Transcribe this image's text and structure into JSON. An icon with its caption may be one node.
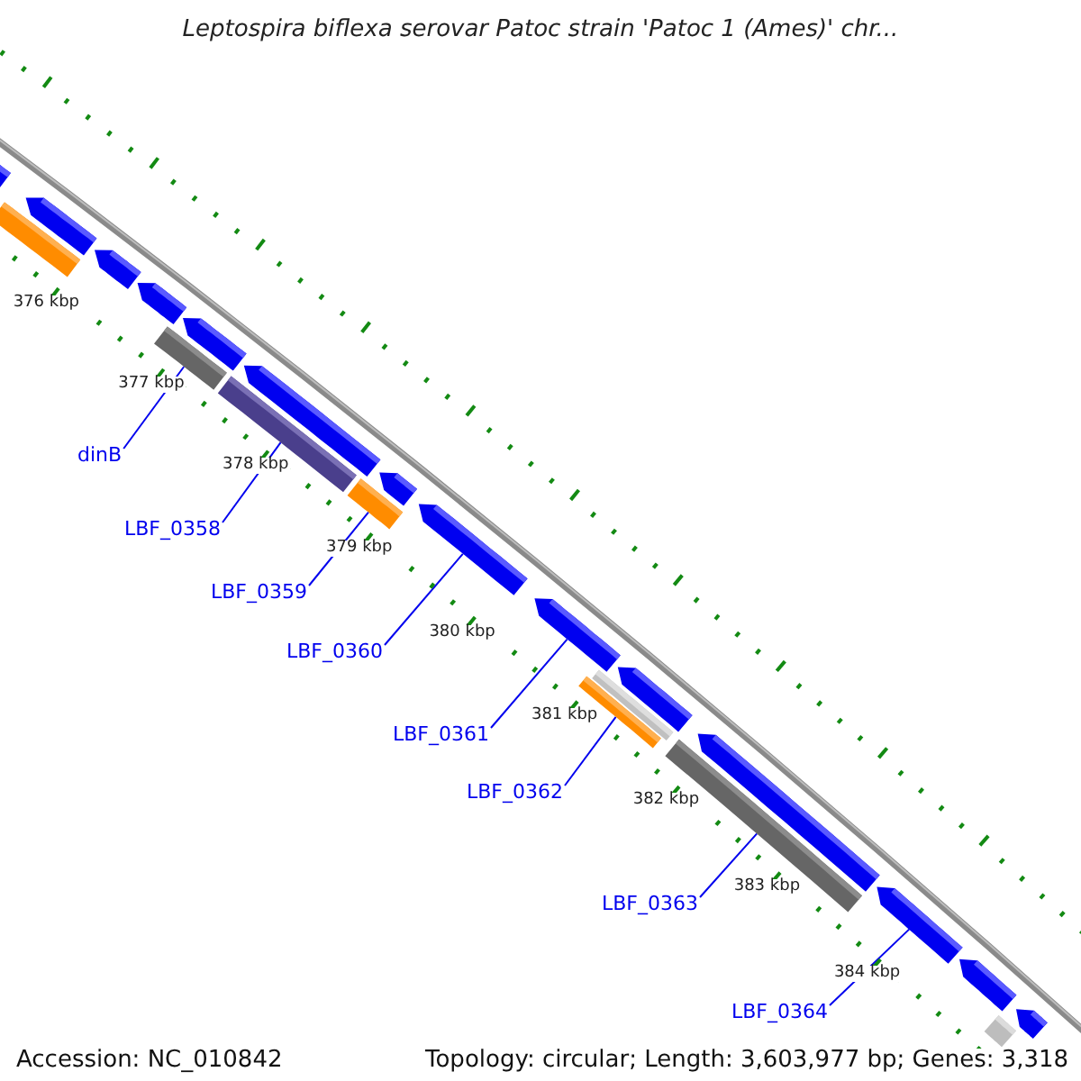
{
  "diagram": {
    "title": "Leptospira biflexa serovar Patoc strain 'Patoc 1 (Ames)' chr...",
    "nodes": [
      {
        "text": [
          "dinB"
        ]
      },
      {
        "text": [
          "LBF_0358"
        ]
      },
      {
        "text": [
          "LBF_0359"
        ]
      },
      {
        "text": [
          "LBF_0360"
        ]
      },
      {
        "text": [
          "LBF_0361"
        ]
      },
      {
        "text": [
          "LBF_0362"
        ]
      },
      {
        "text": [
          "LBF_0363"
        ]
      },
      {
        "text": [
          "LBF_0364"
        ]
      },
      {
        "text": [],
        "shape": "pentagon"
      },
      {
        "text": [],
        "shape": "bar"
      },
      {
        "text": [],
        "shape": "pentagon"
      },
      {
        "text": [],
        "shape": "pentagon"
      },
      {
        "text": [],
        "shape": "pentagon"
      },
      {
        "text": [],
        "shape": "bar"
      },
      {
        "text": [],
        "shape": "pentagon"
      },
      {
        "text": [],
        "shape": "pentagon"
      },
      {
        "text": [],
        "shape": "bar"
      },
      {
        "text": [],
        "shape": "bar"
      },
      {
        "text": [],
        "shape": "pentagon"
      },
      {
        "text": [],
        "shape": "pentagon"
      },
      {
        "text": [],
        "shape": "pentagon"
      },
      {
        "text": [],
        "shape": "bar"
      },
      {
        "text": [],
        "shape": "bar"
      },
      {
        "text": [],
        "shape": "pentagon"
      },
      {
        "text": [],
        "shape": "bar"
      },
      {
        "text": [],
        "shape": "pentagon"
      },
      {
        "text": [],
        "shape": "pentagon"
      },
      {
        "text": [],
        "shape": "pentagon"
      },
      {
        "text": [],
        "shape": "bar"
      },
      {
        "text": [],
        "shape": "pentagon"
      }
    ],
    "edges": [
      {
        "from": 0,
        "to": 13,
        "arrow": "none"
      },
      {
        "from": 1,
        "to": 16,
        "arrow": "none"
      },
      {
        "from": 2,
        "to": 17,
        "arrow": "none"
      },
      {
        "from": 3,
        "to": 19,
        "arrow": "none"
      },
      {
        "from": 4,
        "to": 20,
        "arrow": "none"
      },
      {
        "from": 5,
        "to": 22,
        "arrow": "none"
      },
      {
        "from": 6,
        "to": 24,
        "arrow": "none"
      },
      {
        "from": 7,
        "to": 26,
        "arrow": "none"
      }
    ],
    "labels": [
      "376 kbp",
      "377 kbp",
      "378 kbp",
      "379 kbp",
      "380 kbp",
      "381 kbp",
      "382 kbp",
      "383 kbp",
      "384 kbp",
      "Accession: NC_010842",
      "Topology: circular; Length: 3,603,977 bp; Genes: 3,318"
    ]
  }
}
